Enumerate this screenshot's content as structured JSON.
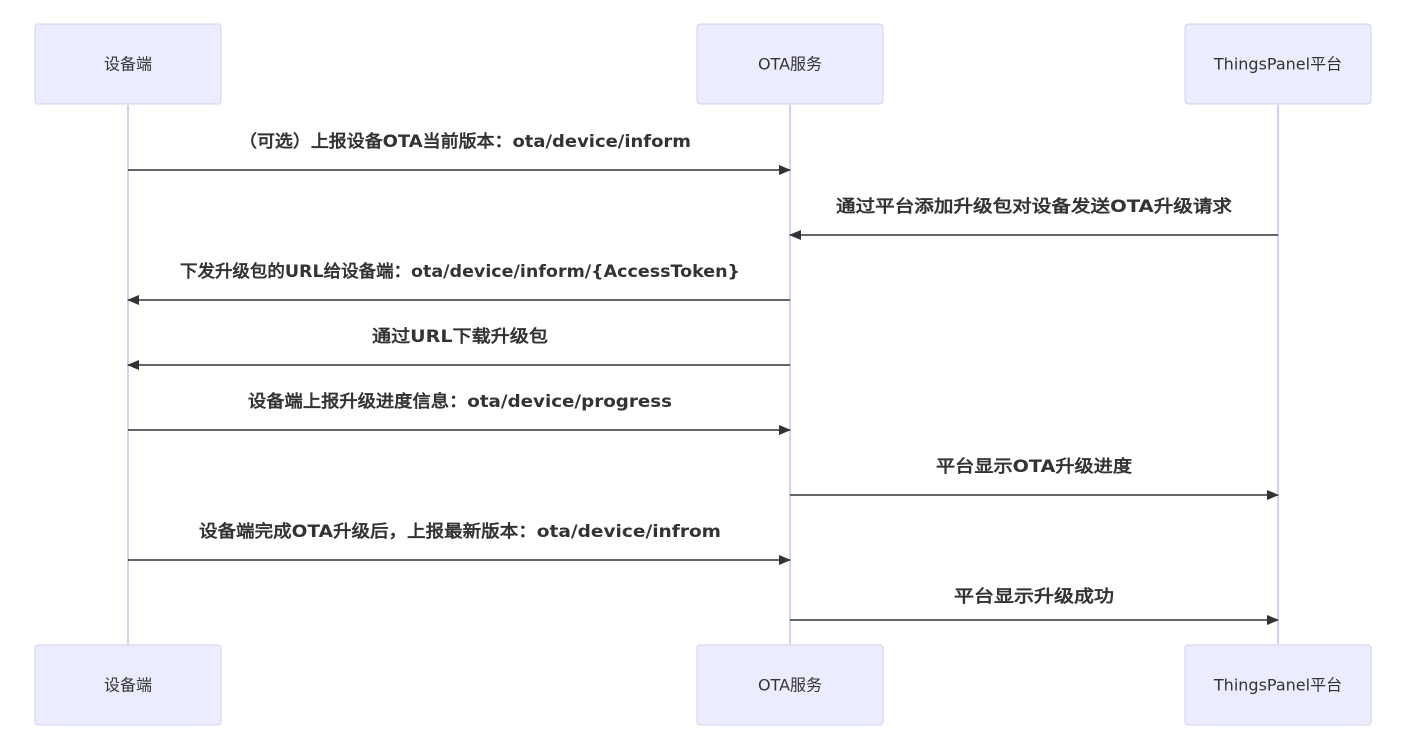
{
  "participants": [
    {
      "id": "device",
      "label": "设备端"
    },
    {
      "id": "ota",
      "label": "OTA服务"
    },
    {
      "id": "platform",
      "label": "ThingsPanel平台"
    }
  ],
  "messages": [
    {
      "from": "device",
      "to": "ota",
      "text": "（可选）上报设备OTA当前版本：ota/device/inform"
    },
    {
      "from": "platform",
      "to": "ota",
      "text": "通过平台添加升级包对设备发送OTA升级请求"
    },
    {
      "from": "ota",
      "to": "device",
      "text": "下发升级包的URL给设备端：ota/device/inform/{AccessToken}"
    },
    {
      "from": "ota",
      "to": "device",
      "text": "通过URL下载升级包"
    },
    {
      "from": "device",
      "to": "ota",
      "text": "设备端上报升级进度信息：ota/device/progress"
    },
    {
      "from": "ota",
      "to": "platform",
      "text": "平台显示OTA升级进度"
    },
    {
      "from": "device",
      "to": "ota",
      "text": "设备端完成OTA升级后，上报最新版本：ota/device/infrom"
    },
    {
      "from": "ota",
      "to": "platform",
      "text": "平台显示升级成功"
    }
  ],
  "colors": {
    "actor_fill": "#ececff",
    "actor_stroke": "#d4d0ef",
    "lifeline": "#d4d0ef",
    "line": "#333333",
    "text": "#333333"
  }
}
